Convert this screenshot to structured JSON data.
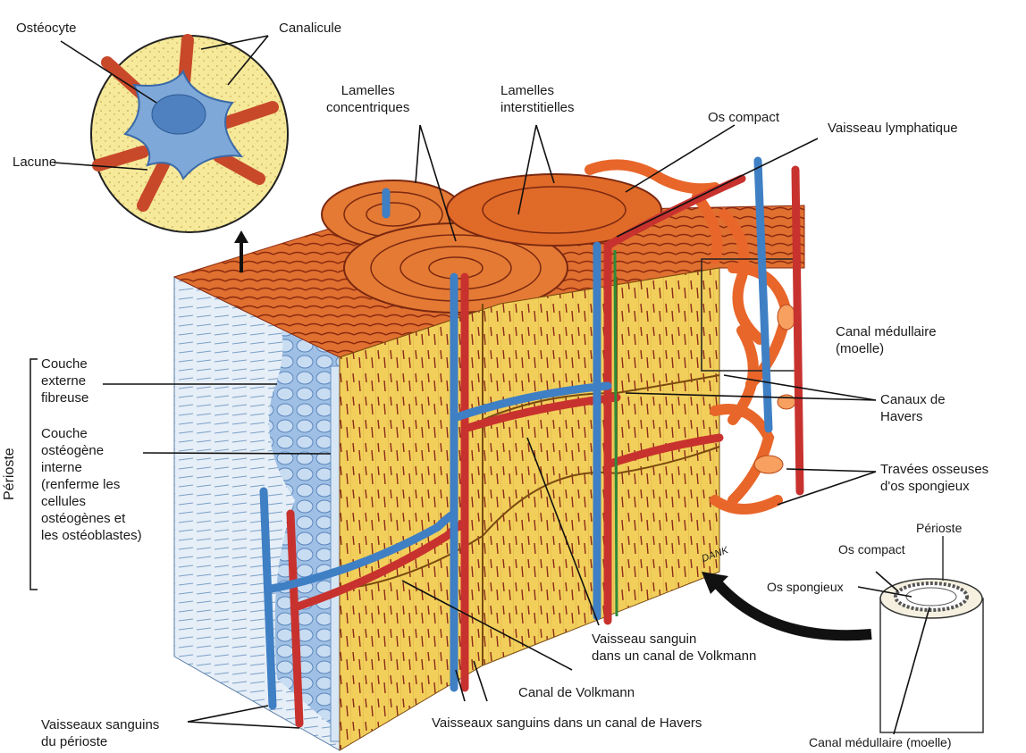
{
  "labels": {
    "osteocyte": "Ostéocyte",
    "canalicule": "Canalicule",
    "lacune": "Lacune",
    "lamelles_concentriques": "Lamelles\nconcentriques",
    "lamelles_interstitielles": "Lamelles\ninterstitielles",
    "os_compact": "Os compact",
    "vaisseau_lymphatique": "Vaisseau lymphatique",
    "canal_medullaire": "Canal médullaire\n(moelle)",
    "canaux_de_havers": "Canaux de\nHavers",
    "travees_osseuses": "Travées osseuses\nd'os spongieux",
    "couche_externe": "Couche\nexterne\nfibreuse",
    "couche_osteogene": "Couche\nostéogène\ninterne\n(renferme les\ncellules\nostéogènes et\nles ostéoblastes)",
    "perioste_vertical": "Périoste",
    "vaisseau_volkmann": "Vaisseau sanguin\ndans un canal de Volkmann",
    "canal_de_volkmann": "Canal de Volkmann",
    "vaisseaux_havers": "Vaisseaux sanguins dans un canal de Havers",
    "vaisseaux_perioste": "Vaisseaux sanguins\ndu périoste",
    "inset_perioste": "Périoste",
    "inset_os_compact": "Os compact",
    "inset_os_spongieux": "Os spongieux",
    "inset_canal_medullaire": "Canal médullaire (moelle)",
    "signature": "DANK"
  },
  "colors": {
    "bone_face": "#f2cf5a",
    "bone_top": "#e06a28",
    "artery": "#c8322e",
    "vein": "#3f7fc4",
    "periosteum": "#cfe0ef",
    "spongy": "#e8662a"
  }
}
